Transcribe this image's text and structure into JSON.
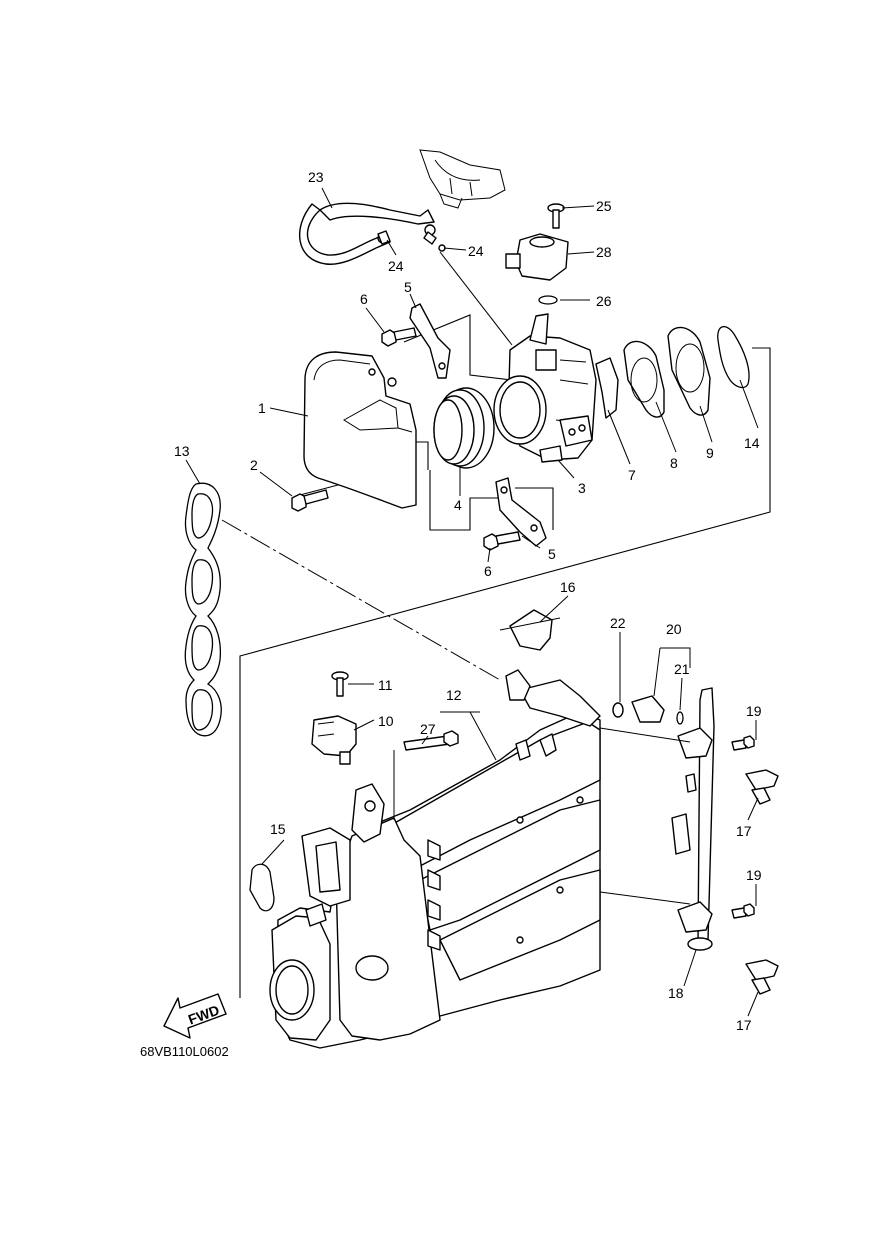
{
  "diagram": {
    "drawing_code": "68VB110L0602",
    "fwd_label": "FWD",
    "callouts": [
      {
        "id": "c1",
        "text": "1"
      },
      {
        "id": "c2",
        "text": "2"
      },
      {
        "id": "c3",
        "text": "3"
      },
      {
        "id": "c4",
        "text": "4"
      },
      {
        "id": "c5a",
        "text": "5"
      },
      {
        "id": "c5b",
        "text": "5"
      },
      {
        "id": "c6a",
        "text": "6"
      },
      {
        "id": "c6b",
        "text": "6"
      },
      {
        "id": "c7",
        "text": "7"
      },
      {
        "id": "c8",
        "text": "8"
      },
      {
        "id": "c9",
        "text": "9"
      },
      {
        "id": "c10",
        "text": "10"
      },
      {
        "id": "c11",
        "text": "11"
      },
      {
        "id": "c12",
        "text": "12"
      },
      {
        "id": "c13",
        "text": "13"
      },
      {
        "id": "c14",
        "text": "14"
      },
      {
        "id": "c15",
        "text": "15"
      },
      {
        "id": "c16",
        "text": "16"
      },
      {
        "id": "c17a",
        "text": "17"
      },
      {
        "id": "c17b",
        "text": "17"
      },
      {
        "id": "c18",
        "text": "18"
      },
      {
        "id": "c19a",
        "text": "19"
      },
      {
        "id": "c19b",
        "text": "19"
      },
      {
        "id": "c20",
        "text": "20"
      },
      {
        "id": "c21",
        "text": "21"
      },
      {
        "id": "c22",
        "text": "22"
      },
      {
        "id": "c23",
        "text": "23"
      },
      {
        "id": "c24a",
        "text": "24"
      },
      {
        "id": "c24b",
        "text": "24"
      },
      {
        "id": "c25",
        "text": "25"
      },
      {
        "id": "c26",
        "text": "26"
      },
      {
        "id": "c27",
        "text": "27"
      },
      {
        "id": "c28",
        "text": "28"
      }
    ]
  }
}
